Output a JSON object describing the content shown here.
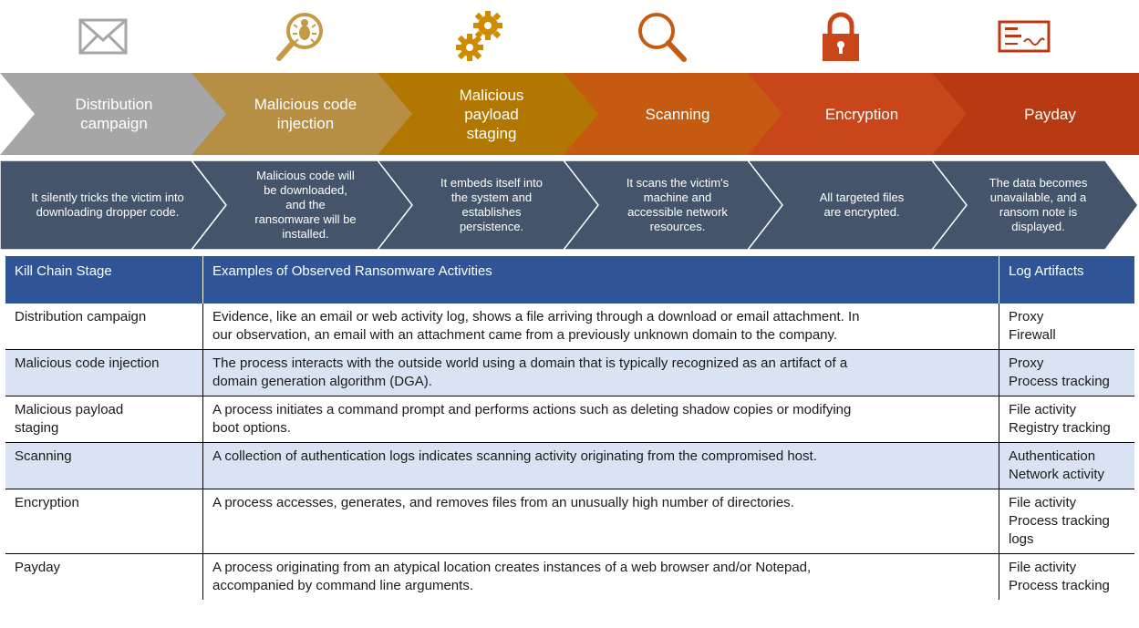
{
  "colors": {
    "stage_fills": [
      "#a6a6a6",
      "#b68f45",
      "#b27700",
      "#c55a11",
      "#c9451a",
      "#b73a12"
    ],
    "desc_fill": "#44546a",
    "header_fill": "#2f5597",
    "alt_row_fill": "#dae3f3",
    "email_icon": "#a6a6a6",
    "malware_icon": "#c59a45",
    "gears_icon": "#d08a00",
    "search_icon": "#c55a11",
    "lock_icon": "#c9451a",
    "check_icon": "#b73a12"
  },
  "icons": [
    "envelope-icon",
    "bug-magnifier-icon",
    "gears-icon",
    "magnifier-icon",
    "padlock-icon",
    "cheque-icon"
  ],
  "stages": [
    {
      "label": "Distribution\ncampaign"
    },
    {
      "label": "Malicious code\ninjection"
    },
    {
      "label": "Malicious\npayload\nstaging"
    },
    {
      "label": "Scanning"
    },
    {
      "label": "Encryption"
    },
    {
      "label": "Payday"
    }
  ],
  "descriptions": [
    {
      "text": "It silently tricks the victim into\ndownloading dropper code."
    },
    {
      "text": "Malicious code will\nbe downloaded,\nand the\nransomware will be\ninstalled."
    },
    {
      "text": "It embeds itself into\nthe system and\nestablishes\npersistence."
    },
    {
      "text": "It scans the victim's\nmachine and\naccessible network\nresources."
    },
    {
      "text": "All targeted files\nare encrypted."
    },
    {
      "text": "The data becomes\nunavailable, and a\nransom note is\ndisplayed."
    }
  ],
  "table": {
    "headers": [
      "Kill Chain Stage",
      "Examples of Observed Ransomware Activities",
      "Log Artifacts"
    ],
    "rows": [
      {
        "stage": "Distribution campaign",
        "activity": "Evidence, like an email or web activity log, shows a file arriving through a download or email attachment. In\nour observation, an email with an attachment came from a previously unknown domain to the company.",
        "artifacts": "Proxy\nFirewall"
      },
      {
        "stage": "Malicious code injection",
        "activity": "The process interacts with the outside world using a domain that is typically recognized as an artifact of a\ndomain generation algorithm (DGA).",
        "artifacts": "Proxy\nProcess tracking"
      },
      {
        "stage": "Malicious payload\nstaging",
        "activity": "A process initiates a command prompt and performs actions such as deleting shadow copies or modifying\nboot options.",
        "artifacts": "File activity\nRegistry tracking"
      },
      {
        "stage": "Scanning",
        "activity": "A collection of authentication logs indicates scanning activity originating from the compromised host.",
        "artifacts": "Authentication\nNetwork activity"
      },
      {
        "stage": "Encryption",
        "activity": "A process accesses, generates, and removes files from an unusually high number of directories.",
        "artifacts": "File activity\nProcess tracking\nlogs"
      },
      {
        "stage": "Payday",
        "activity": "A process originating from an atypical location creates instances of a web browser and/or Notepad,\naccompanied by command line arguments.",
        "artifacts": "File activity\nProcess tracking"
      }
    ]
  }
}
